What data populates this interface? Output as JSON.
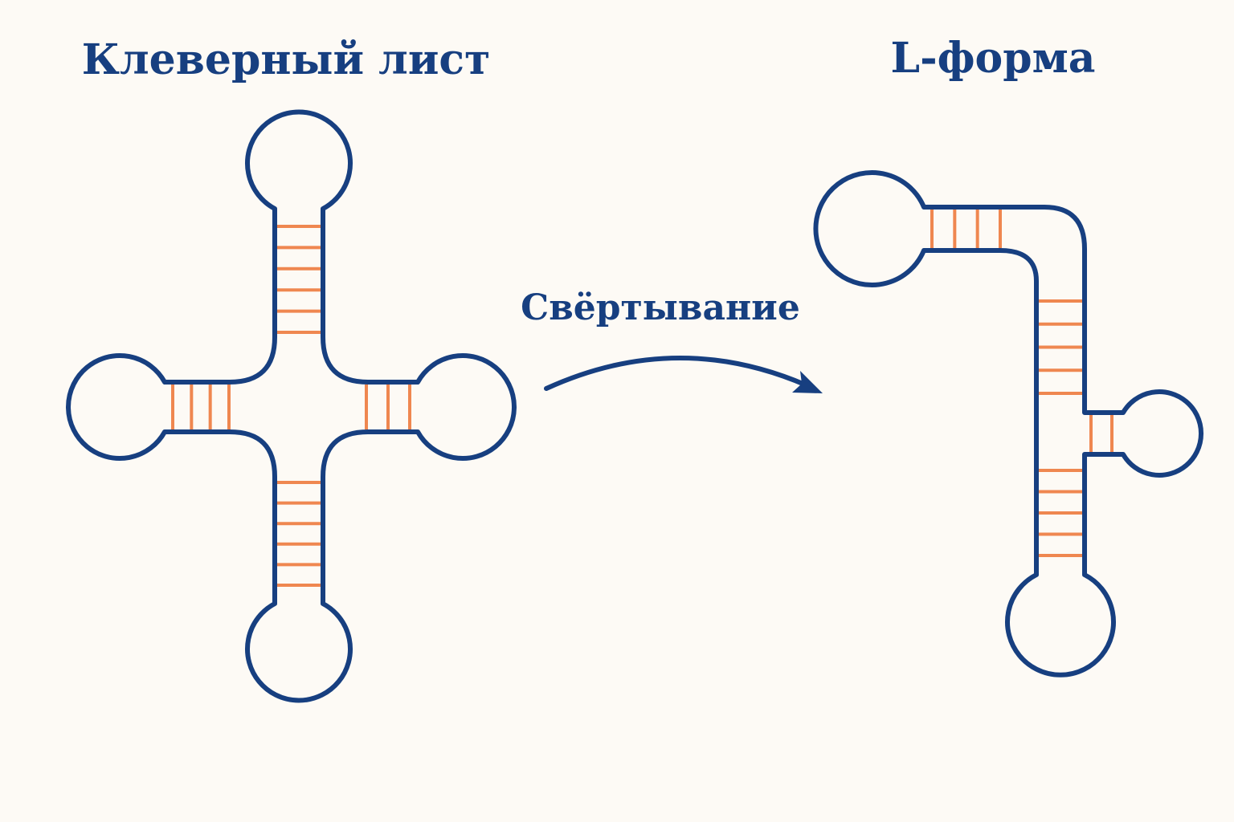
{
  "titles": {
    "cloverleaf": "Клеверный лист",
    "l_form": "L-форма"
  },
  "arrow": {
    "label": "Свёртывание"
  },
  "structures": {
    "cloverleaf": {
      "top_stem_pairs": 6,
      "left_stem_pairs": 4,
      "right_stem_pairs": 3,
      "bottom_stem_pairs": 6
    },
    "l_form": {
      "horizontal_stem_pairs": 4,
      "upper_vertical_pairs": 5,
      "side_stem_pairs": 2,
      "lower_vertical_pairs": 5
    }
  },
  "colors": {
    "outline": "#173f80",
    "base_pair": "#ef8750",
    "background": "#fdfaf5"
  }
}
